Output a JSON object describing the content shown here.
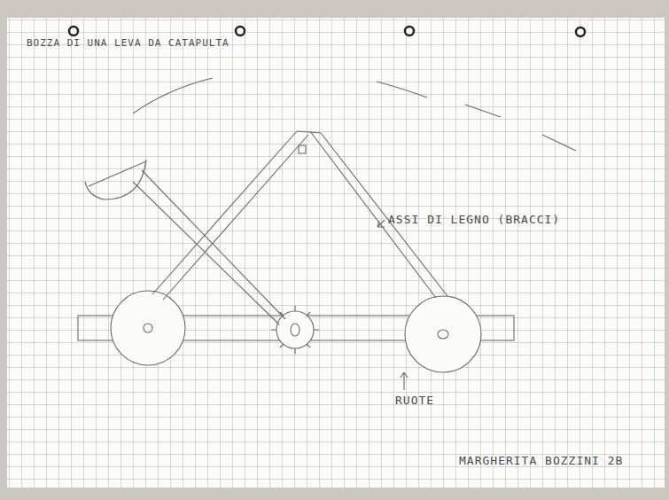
{
  "diagram": {
    "title": "BOZZA DI UNA LEVA DA CATAPULTA",
    "labels": [
      "ASSI DI LEGNO (BRACCI)",
      "RUOTE",
      "MARGHERITA BOZZINI 2B"
    ]
  }
}
